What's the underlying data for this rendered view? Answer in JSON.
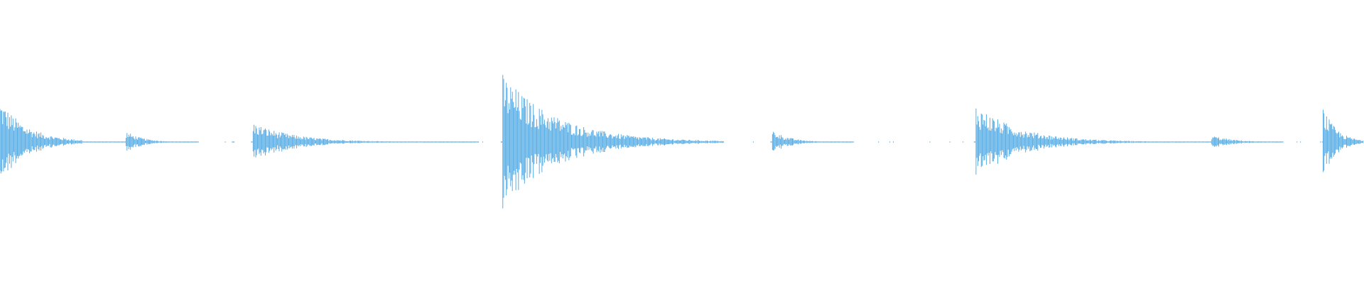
{
  "waveform": {
    "color": "#5aaee6",
    "background": "#ffffff",
    "sample_count": 1568,
    "baseline_amplitude": 0.004,
    "bursts": [
      {
        "start": 0.0,
        "end": 0.06,
        "peak": 0.3,
        "decay": 0.02
      },
      {
        "start": 0.092,
        "end": 0.145,
        "peak": 0.08,
        "decay": 0.012
      },
      {
        "start": 0.185,
        "end": 0.35,
        "peak": 0.14,
        "decay": 0.03
      },
      {
        "start": 0.368,
        "end": 0.53,
        "peak": 0.49,
        "decay": 0.04
      },
      {
        "start": 0.566,
        "end": 0.625,
        "peak": 0.09,
        "decay": 0.012
      },
      {
        "start": 0.715,
        "end": 0.875,
        "peak": 0.27,
        "decay": 0.032
      },
      {
        "start": 0.888,
        "end": 0.94,
        "peak": 0.05,
        "decay": 0.015
      },
      {
        "start": 0.97,
        "end": 1.0,
        "peak": 0.25,
        "decay": 0.01
      }
    ],
    "gaps": [
      [
        0.146,
        0.184
      ],
      [
        0.351,
        0.367
      ],
      [
        0.531,
        0.565
      ],
      [
        0.626,
        0.714
      ],
      [
        0.941,
        0.969
      ]
    ]
  }
}
